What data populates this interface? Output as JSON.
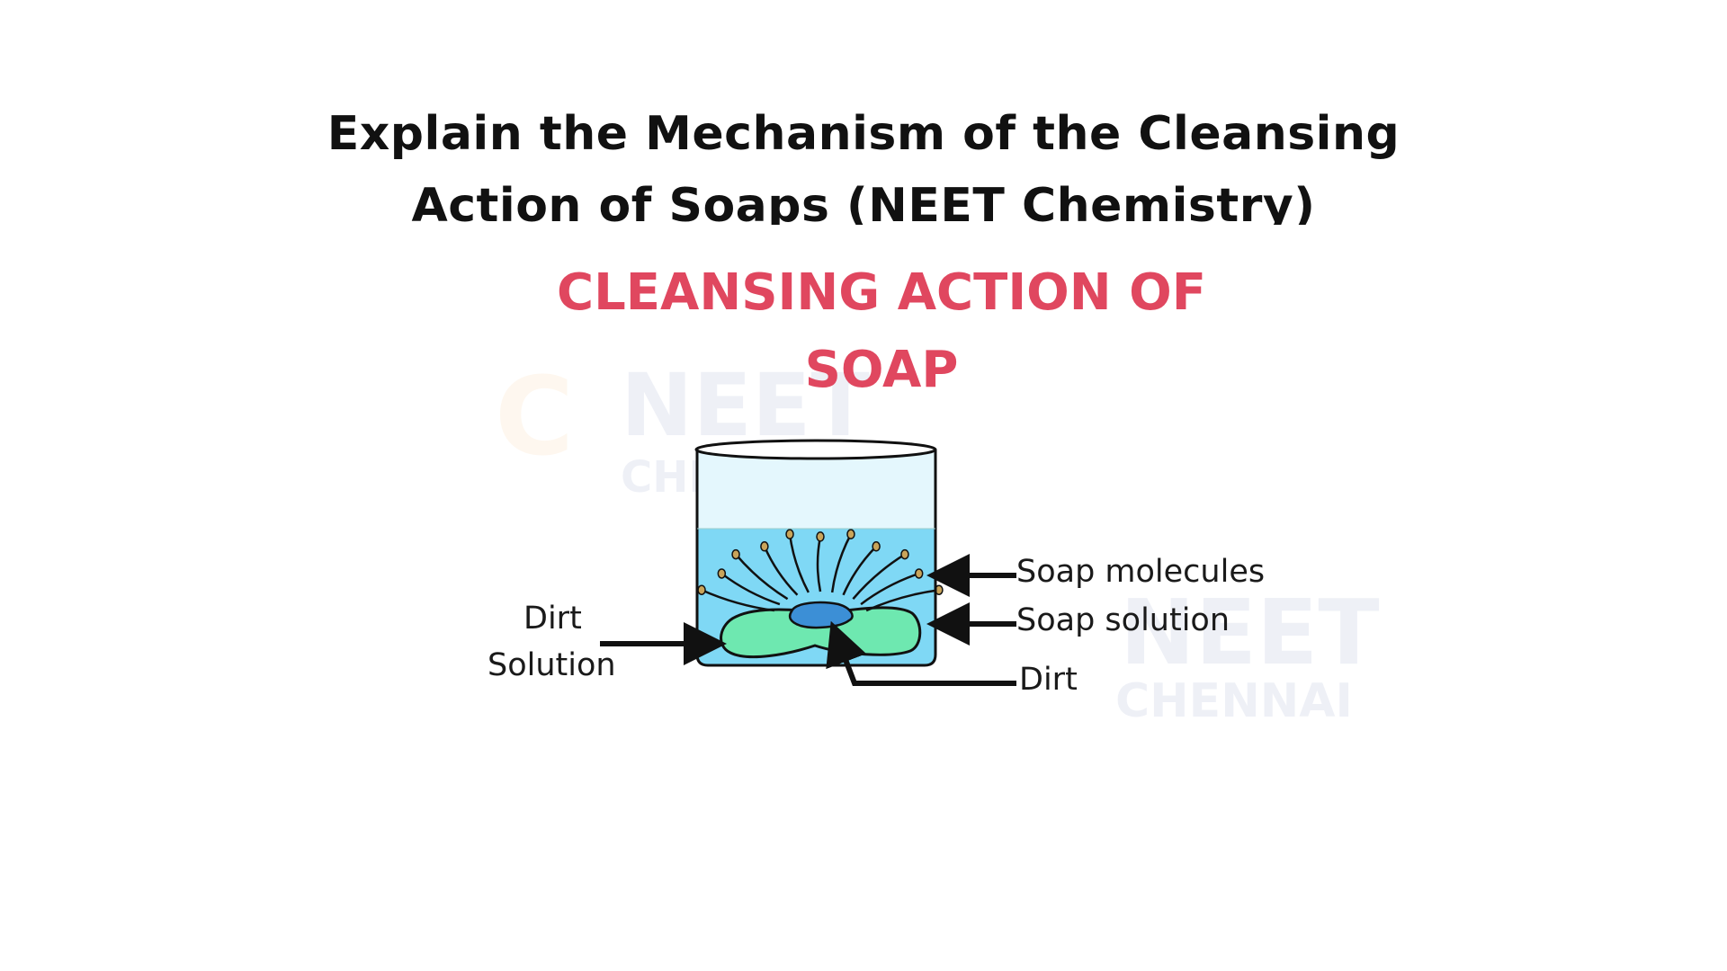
{
  "page": {
    "title_line1": "Explain the Mechanism of the Cleansing",
    "title_line2": "Action of Soaps (NEET Chemistry)"
  },
  "diagram": {
    "heading_line1": "CLEANSING ACTION OF",
    "heading_line2": "SOAP",
    "heading_color": "#E0475F",
    "labels": {
      "soap_molecules": "Soap molecules",
      "soap_solution": "Soap solution",
      "dirt": "Dirt",
      "dirt_solution_line1": "Dirt",
      "dirt_solution_line2": "Solution"
    },
    "colors": {
      "water": "#7FD8F5",
      "air": "#E4F7FD",
      "dirt_solution": "#6EE8B0",
      "dirt": "#3C8FD6",
      "soap_head": "#C9A45A",
      "outline": "#111111"
    }
  },
  "watermark": {
    "brand": "NEET",
    "city": "CHENNAI",
    "logo_letter": "C"
  }
}
